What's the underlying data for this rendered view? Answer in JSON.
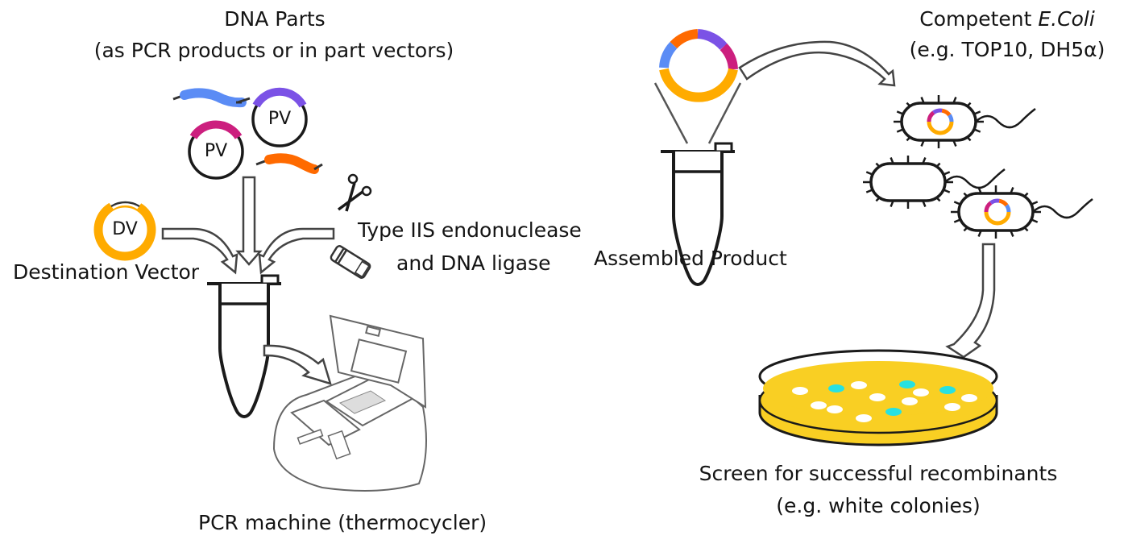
{
  "labels": {
    "dna_parts_title": "DNA Parts",
    "dna_parts_subtitle": "(as PCR products or in part vectors)",
    "part_vector": "PV",
    "destination_vector_short": "DV",
    "destination_vector": "Destination Vector",
    "enzyme_line1": "Type IIS endonuclease",
    "enzyme_line2": "and DNA ligase",
    "pcr_machine": "PCR machine (thermocycler)",
    "assembled_product": "Assembled Product",
    "competent_prefix": "Competent ",
    "competent_species": "E.Coli",
    "competent_examples": "(e.g. TOP10, DH5α)",
    "screen_line1": "Screen for successful recombinants",
    "screen_line2": "(e.g. white colonies)"
  },
  "colors": {
    "part_blue": "#5b8cf5",
    "part_purple": "#7b52e6",
    "part_magenta": "#cc1f7e",
    "part_orange": "#ff6a00",
    "vector_yellow": "#ffab00",
    "agar_yellow": "#f9cf23",
    "colony_white": "#ffffff",
    "colony_blue": "#27e1e1",
    "outline": "#1a1a1a"
  },
  "plate": {
    "white_colonies": 10,
    "blue_colonies": 4
  }
}
